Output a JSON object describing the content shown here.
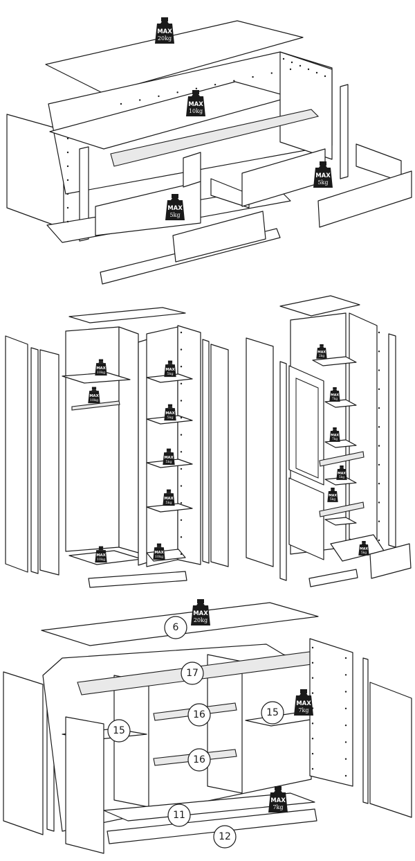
{
  "weights": {
    "a_top": {
      "max": "MAX",
      "value": "20kg"
    },
    "a_shelf": {
      "max": "MAX",
      "value": "10kg"
    },
    "a_drawer_left": {
      "max": "MAX",
      "value": "5kg"
    },
    "a_drawer_right": {
      "max": "MAX",
      "value": "5kg"
    },
    "b_shelf_top": {
      "max": "MAX",
      "value": "10kg"
    },
    "b_rail": {
      "max": "MAX",
      "value": "10kg"
    },
    "b_shelf_1": {
      "max": "MAX",
      "value": "5kg"
    },
    "b_shelf_2": {
      "max": "MAX",
      "value": "5kg"
    },
    "b_shelf_3": {
      "max": "MAX",
      "value": "5kg"
    },
    "b_shelf_4": {
      "max": "MAX",
      "value": "5kg"
    },
    "b_bottom_left": {
      "max": "MAX",
      "value": "10kg"
    },
    "b_bottom_right": {
      "max": "MAX",
      "value": "10kg"
    },
    "c_shelf_1": {
      "max": "MAX",
      "value": "2kg"
    },
    "c_shelf_2": {
      "max": "MAX",
      "value": "7kg"
    },
    "c_shelf_3": {
      "max": "MAX",
      "value": "7kg"
    },
    "c_shelf_4": {
      "max": "MAX",
      "value": "5kg"
    },
    "c_shelf_5": {
      "max": "MAX",
      "value": "5kg"
    },
    "c_drawer": {
      "max": "MAX",
      "value": "5kg"
    },
    "d_top": {
      "max": "MAX",
      "value": "20kg"
    },
    "d_shelf_right": {
      "max": "MAX",
      "value": "7kg"
    },
    "d_bottom": {
      "max": "MAX",
      "value": "7kg"
    }
  },
  "callouts": {
    "top_panel": "6",
    "front_rail": "17",
    "inner_rail_upper": "16",
    "inner_rail_lower": "16",
    "shelf_right": "15",
    "shelf_left": "15",
    "bottom_panel": "11",
    "plinth": "12"
  },
  "icons": {
    "weight": "weight-icon"
  },
  "colors": {
    "line": "#1a1a1a",
    "panel": "#ffffff",
    "weight": "#1a1a1a"
  }
}
